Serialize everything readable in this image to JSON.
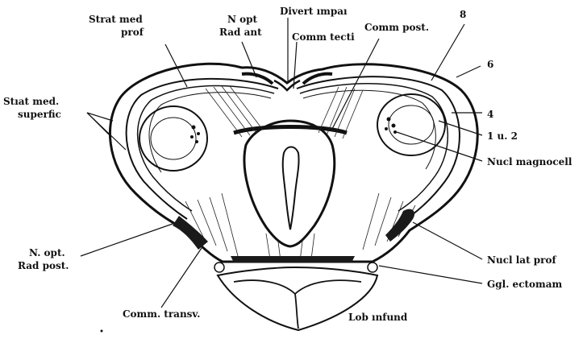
{
  "labels": {
    "strat_med_prof": [
      "Strat med",
      "prof"
    ],
    "n_opt_rad_ant": [
      "N opt",
      "Rad ant"
    ],
    "divert_impar": "Divert ımpaı",
    "comm_tecti": "Comm tecti",
    "comm_post": "Comm post.",
    "num_8": "8",
    "num_6": "6",
    "num_4": "4",
    "num_1u2": "1 u. 2",
    "strat_med_superfic": [
      "Stıat med.",
      "superfic"
    ],
    "nucl_magnocell": "Nucl magnocell",
    "n_opt_rad_post": [
      "N. opt.",
      "Rad post."
    ],
    "nucl_lat_prof": "Nucl lat prof",
    "ggl_ectomam": "Ggl. ectomam",
    "comm_transv": "Comm. transv.",
    "lob_infund": "Lob ınfund"
  }
}
